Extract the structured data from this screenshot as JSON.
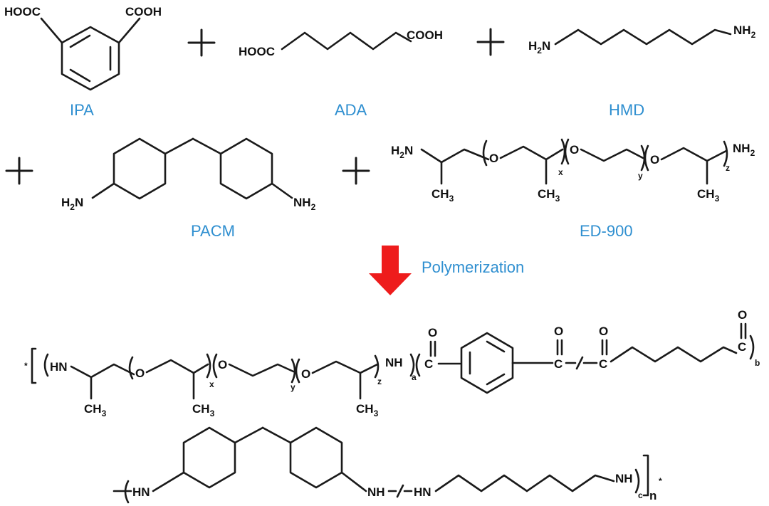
{
  "colors": {
    "caption": "#2f8fd0",
    "plus": "#e02020",
    "arrow": "#ee1c1c",
    "bond": "#1a1a1a"
  },
  "monomers": {
    "ipa": {
      "name": "IPA",
      "cooh_left": "HOOC",
      "cooh_right": "COOH"
    },
    "ada": {
      "name": "ADA",
      "hooc": "HOOC",
      "cooh": "COOH"
    },
    "hmd": {
      "name": "HMD",
      "h2n": "H",
      "h2n_sub": "2",
      "h2n_tail": "N",
      "nh2": "NH",
      "nh2_sub": "2"
    },
    "pacm": {
      "name": "PACM",
      "h2n": "H",
      "h2n_sub": "2",
      "h2n_tail": "N",
      "nh2": "NH",
      "nh2_sub": "2"
    },
    "ed900": {
      "name": "ED-900",
      "h2n": "H",
      "h2n_sub": "2",
      "h2n_tail": "N",
      "o1": "O",
      "o2": "O",
      "o3": "O",
      "ch3": "CH",
      "ch3_sub": "3",
      "nh2": "NH",
      "nh2_sub": "2",
      "x": "x",
      "y": "y",
      "z": "z"
    }
  },
  "arrow": {
    "label": "Polymerization"
  },
  "polymer": {
    "row1": {
      "star": "*",
      "hn": "HN",
      "o": "O",
      "ch3": "CH",
      "ch3_sub": "3",
      "x": "x",
      "y": "y",
      "z": "z",
      "nh": "NH",
      "a": "a",
      "b": "b",
      "c": "C",
      "carbonyl_o": "O"
    },
    "row2": {
      "hn": "HN",
      "nh_dash": "NH",
      "hn2": "HN",
      "nh": "NH",
      "c": "c",
      "n": "n",
      "star": "*"
    }
  }
}
